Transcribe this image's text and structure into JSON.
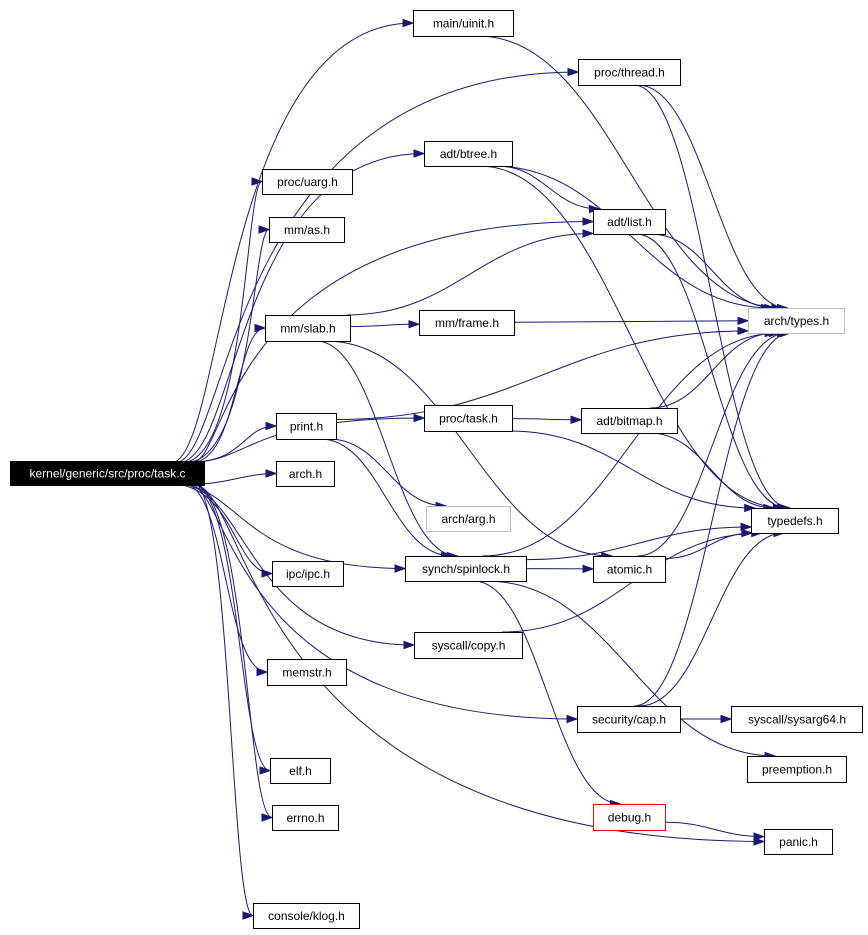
{
  "diagram": {
    "root": "kernel/generic/src/proc/task.c",
    "nodes": [
      {
        "id": "task_c",
        "label": "kernel/generic/src/proc/task.c",
        "style": "root"
      },
      {
        "id": "main_uinit",
        "label": "main/uinit.h",
        "style": "normal"
      },
      {
        "id": "proc_thread",
        "label": "proc/thread.h",
        "style": "normal"
      },
      {
        "id": "adt_btree",
        "label": "adt/btree.h",
        "style": "normal"
      },
      {
        "id": "proc_uarg",
        "label": "proc/uarg.h",
        "style": "normal"
      },
      {
        "id": "mm_as",
        "label": "mm/as.h",
        "style": "normal"
      },
      {
        "id": "adt_list",
        "label": "adt/list.h",
        "style": "normal"
      },
      {
        "id": "arch_types",
        "label": "arch/types.h",
        "style": "gray"
      },
      {
        "id": "mm_slab",
        "label": "mm/slab.h",
        "style": "normal"
      },
      {
        "id": "mm_frame",
        "label": "mm/frame.h",
        "style": "normal"
      },
      {
        "id": "print_h",
        "label": "print.h",
        "style": "normal"
      },
      {
        "id": "proc_task",
        "label": "proc/task.h",
        "style": "normal"
      },
      {
        "id": "adt_bitmap",
        "label": "adt/bitmap.h",
        "style": "normal"
      },
      {
        "id": "arch_h",
        "label": "arch.h",
        "style": "normal"
      },
      {
        "id": "arch_arg",
        "label": "arch/arg.h",
        "style": "gray"
      },
      {
        "id": "typedefs",
        "label": "typedefs.h",
        "style": "normal"
      },
      {
        "id": "ipc_ipc",
        "label": "ipc/ipc.h",
        "style": "normal"
      },
      {
        "id": "synch_spinlock",
        "label": "synch/spinlock.h",
        "style": "normal"
      },
      {
        "id": "atomic_h",
        "label": "atomic.h",
        "style": "normal"
      },
      {
        "id": "syscall_copy",
        "label": "syscall/copy.h",
        "style": "normal"
      },
      {
        "id": "memstr",
        "label": "memstr.h",
        "style": "normal"
      },
      {
        "id": "security_cap",
        "label": "security/cap.h",
        "style": "normal"
      },
      {
        "id": "syscall_sysarg64",
        "label": "syscall/sysarg64.h",
        "style": "normal"
      },
      {
        "id": "elf_h",
        "label": "elf.h",
        "style": "normal"
      },
      {
        "id": "preemption",
        "label": "preemption.h",
        "style": "normal"
      },
      {
        "id": "errno_h",
        "label": "errno.h",
        "style": "normal"
      },
      {
        "id": "debug_h",
        "label": "debug.h",
        "style": "red"
      },
      {
        "id": "panic_h",
        "label": "panic.h",
        "style": "normal"
      },
      {
        "id": "console_klog",
        "label": "console/klog.h",
        "style": "normal"
      }
    ],
    "edges": [
      [
        "task_c",
        "main_uinit"
      ],
      [
        "task_c",
        "proc_thread"
      ],
      [
        "task_c",
        "adt_btree"
      ],
      [
        "task_c",
        "proc_uarg"
      ],
      [
        "task_c",
        "mm_as"
      ],
      [
        "task_c",
        "adt_list"
      ],
      [
        "task_c",
        "mm_slab"
      ],
      [
        "task_c",
        "print_h"
      ],
      [
        "task_c",
        "proc_task"
      ],
      [
        "task_c",
        "arch_h"
      ],
      [
        "task_c",
        "ipc_ipc"
      ],
      [
        "task_c",
        "synch_spinlock"
      ],
      [
        "task_c",
        "syscall_copy"
      ],
      [
        "task_c",
        "memstr"
      ],
      [
        "task_c",
        "security_cap"
      ],
      [
        "task_c",
        "elf_h"
      ],
      [
        "task_c",
        "errno_h"
      ],
      [
        "task_c",
        "panic_h"
      ],
      [
        "task_c",
        "console_klog"
      ],
      [
        "main_uinit",
        "arch_types"
      ],
      [
        "proc_thread",
        "arch_types"
      ],
      [
        "proc_thread",
        "typedefs"
      ],
      [
        "adt_btree",
        "arch_types"
      ],
      [
        "adt_btree",
        "adt_list"
      ],
      [
        "adt_btree",
        "typedefs"
      ],
      [
        "adt_list",
        "arch_types"
      ],
      [
        "adt_list",
        "typedefs"
      ],
      [
        "mm_slab",
        "adt_list"
      ],
      [
        "mm_slab",
        "mm_frame"
      ],
      [
        "mm_slab",
        "synch_spinlock"
      ],
      [
        "mm_slab",
        "atomic_h"
      ],
      [
        "mm_frame",
        "arch_types"
      ],
      [
        "print_h",
        "arch_types"
      ],
      [
        "print_h",
        "arch_arg"
      ],
      [
        "print_h",
        "synch_spinlock"
      ],
      [
        "proc_task",
        "adt_bitmap"
      ],
      [
        "proc_task",
        "typedefs"
      ],
      [
        "adt_bitmap",
        "arch_types"
      ],
      [
        "adt_bitmap",
        "typedefs"
      ],
      [
        "synch_spinlock",
        "arch_types"
      ],
      [
        "synch_spinlock",
        "atomic_h"
      ],
      [
        "synch_spinlock",
        "typedefs"
      ],
      [
        "synch_spinlock",
        "preemption"
      ],
      [
        "synch_spinlock",
        "debug_h"
      ],
      [
        "atomic_h",
        "typedefs"
      ],
      [
        "atomic_h",
        "arch_types"
      ],
      [
        "syscall_copy",
        "typedefs"
      ],
      [
        "security_cap",
        "syscall_sysarg64"
      ],
      [
        "security_cap",
        "typedefs"
      ],
      [
        "security_cap",
        "arch_types"
      ],
      [
        "debug_h",
        "panic_h"
      ]
    ],
    "colors": {
      "edge": "#191970",
      "root_fill": "#000000",
      "root_text": "#ffffff",
      "missing_border": "#bfbfbf",
      "truncated_border": "#ff0000"
    }
  }
}
